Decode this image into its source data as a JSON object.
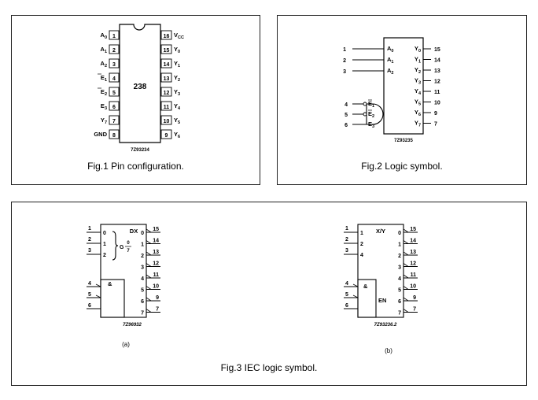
{
  "fig1": {
    "caption": "Fig.1  Pin configuration.",
    "chip_label": "238",
    "code": "7Z93234",
    "left_pins": [
      {
        "num": "1",
        "label": "A",
        "sub": "0"
      },
      {
        "num": "2",
        "label": "A",
        "sub": "1"
      },
      {
        "num": "3",
        "label": "A",
        "sub": "2"
      },
      {
        "num": "4",
        "label": "E",
        "sub": "1",
        "bar": true
      },
      {
        "num": "5",
        "label": "E",
        "sub": "2",
        "bar": true
      },
      {
        "num": "6",
        "label": "E",
        "sub": "3"
      },
      {
        "num": "7",
        "label": "Y",
        "sub": "7"
      },
      {
        "num": "8",
        "label": "GND",
        "sub": ""
      }
    ],
    "right_pins": [
      {
        "num": "16",
        "label": "V",
        "sub": "CC"
      },
      {
        "num": "15",
        "label": "Y",
        "sub": "0"
      },
      {
        "num": "14",
        "label": "Y",
        "sub": "1"
      },
      {
        "num": "13",
        "label": "Y",
        "sub": "2"
      },
      {
        "num": "12",
        "label": "Y",
        "sub": "3"
      },
      {
        "num": "11",
        "label": "Y",
        "sub": "4"
      },
      {
        "num": "10",
        "label": "Y",
        "sub": "5"
      },
      {
        "num": "9",
        "label": "Y",
        "sub": "6"
      }
    ]
  },
  "fig2": {
    "caption": "Fig.2  Logic symbol.",
    "code": "7Z93235",
    "addr_inputs": [
      {
        "num": "1",
        "label": "A",
        "sub": "0"
      },
      {
        "num": "2",
        "label": "A",
        "sub": "1"
      },
      {
        "num": "3",
        "label": "A",
        "sub": "2"
      }
    ],
    "enable_inputs": [
      {
        "num": "4",
        "label": "E",
        "sub": "1",
        "bar": true
      },
      {
        "num": "5",
        "label": "E",
        "sub": "2",
        "bar": true
      },
      {
        "num": "6",
        "label": "E",
        "sub": "3"
      }
    ],
    "outputs": [
      {
        "num": "15",
        "label": "Y",
        "sub": "0"
      },
      {
        "num": "14",
        "label": "Y",
        "sub": "1"
      },
      {
        "num": "13",
        "label": "Y",
        "sub": "2"
      },
      {
        "num": "12",
        "label": "Y",
        "sub": "3"
      },
      {
        "num": "11",
        "label": "Y",
        "sub": "4"
      },
      {
        "num": "10",
        "label": "Y",
        "sub": "5"
      },
      {
        "num": "9",
        "label": "Y",
        "sub": "6"
      },
      {
        "num": "7",
        "label": "Y",
        "sub": "7"
      }
    ]
  },
  "fig3": {
    "caption": "Fig.3  IEC logic symbol.",
    "a": {
      "sublabel": "(a)",
      "code": "7Z96932",
      "title": "DX",
      "g_label": "G",
      "g_num": "0",
      "g_den": "7",
      "and_label": "&",
      "inner_inputs": [
        "0",
        "1",
        "2"
      ],
      "inputs": [
        "1",
        "2",
        "3",
        "4",
        "5",
        "6"
      ],
      "out_inner": [
        "0",
        "1",
        "2",
        "3",
        "4",
        "5",
        "6",
        "7"
      ],
      "out_pins": [
        "15",
        "14",
        "13",
        "12",
        "11",
        "10",
        "9",
        "7"
      ]
    },
    "b": {
      "sublabel": "(b)",
      "code": "7Z93236.2",
      "title": "X/Y",
      "and_label": "&",
      "en_label": "EN",
      "inner_inputs": [
        "1",
        "2",
        "4"
      ],
      "inputs": [
        "1",
        "2",
        "3",
        "4",
        "5",
        "6"
      ],
      "out_inner": [
        "0",
        "1",
        "2",
        "3",
        "4",
        "5",
        "6",
        "7"
      ],
      "out_pins": [
        "15",
        "14",
        "13",
        "12",
        "11",
        "10",
        "9",
        "7"
      ]
    }
  }
}
